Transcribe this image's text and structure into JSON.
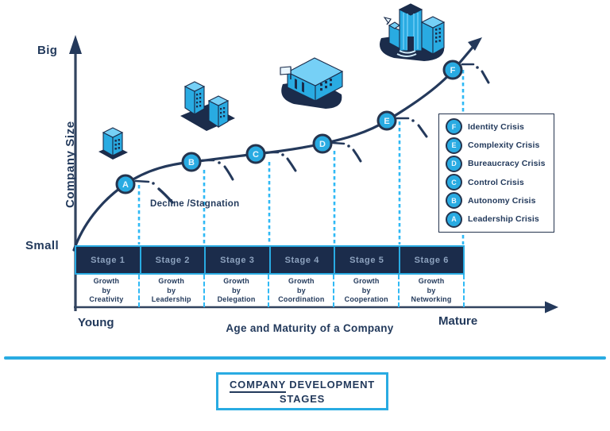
{
  "diagram": {
    "y_axis": {
      "top_label": "Big",
      "bottom_label": "Small",
      "axis_label": "Company Size"
    },
    "x_axis": {
      "left_label": "Young",
      "right_label": "Mature",
      "axis_label": "Age and Maturity of a Company"
    },
    "annotation_decline": "Decline /Stagnation",
    "growth_word": "Growth",
    "by_word": "by",
    "stages": [
      {
        "label": "Stage 1",
        "method": "Creativity"
      },
      {
        "label": "Stage 2",
        "method": "Leadership"
      },
      {
        "label": "Stage 3",
        "method": "Delegation"
      },
      {
        "label": "Stage 4",
        "method": "Coordination"
      },
      {
        "label": "Stage 5",
        "method": "Cooperation"
      },
      {
        "label": "Stage 6",
        "method": "Networking"
      }
    ],
    "points": [
      {
        "letter": "A"
      },
      {
        "letter": "B"
      },
      {
        "letter": "C"
      },
      {
        "letter": "D"
      },
      {
        "letter": "E"
      },
      {
        "letter": "F"
      }
    ],
    "legend": {
      "items": [
        {
          "letter": "F",
          "label": "Identity Crisis"
        },
        {
          "letter": "E",
          "label": "Complexity Crisis"
        },
        {
          "letter": "D",
          "label": "Bureaucracy Crisis"
        },
        {
          "letter": "C",
          "label": "Control Crisis"
        },
        {
          "letter": "B",
          "label": "Autonomy Crisis"
        },
        {
          "letter": "A",
          "label": "Leadership Crisis"
        }
      ]
    },
    "title": {
      "word1": "COMPANY",
      "word2": "DEVELOPMENT",
      "line2": "STAGES"
    }
  },
  "colors": {
    "navy": "#233A5C",
    "stage_bar_fill": "#1B2C4B",
    "stage_label": "#8EA3BF",
    "accent": "#29ABE2",
    "dashed_blue": "#2FB9F5",
    "building_light": "#76D0F6",
    "letter_white": "#EAF6FE"
  }
}
